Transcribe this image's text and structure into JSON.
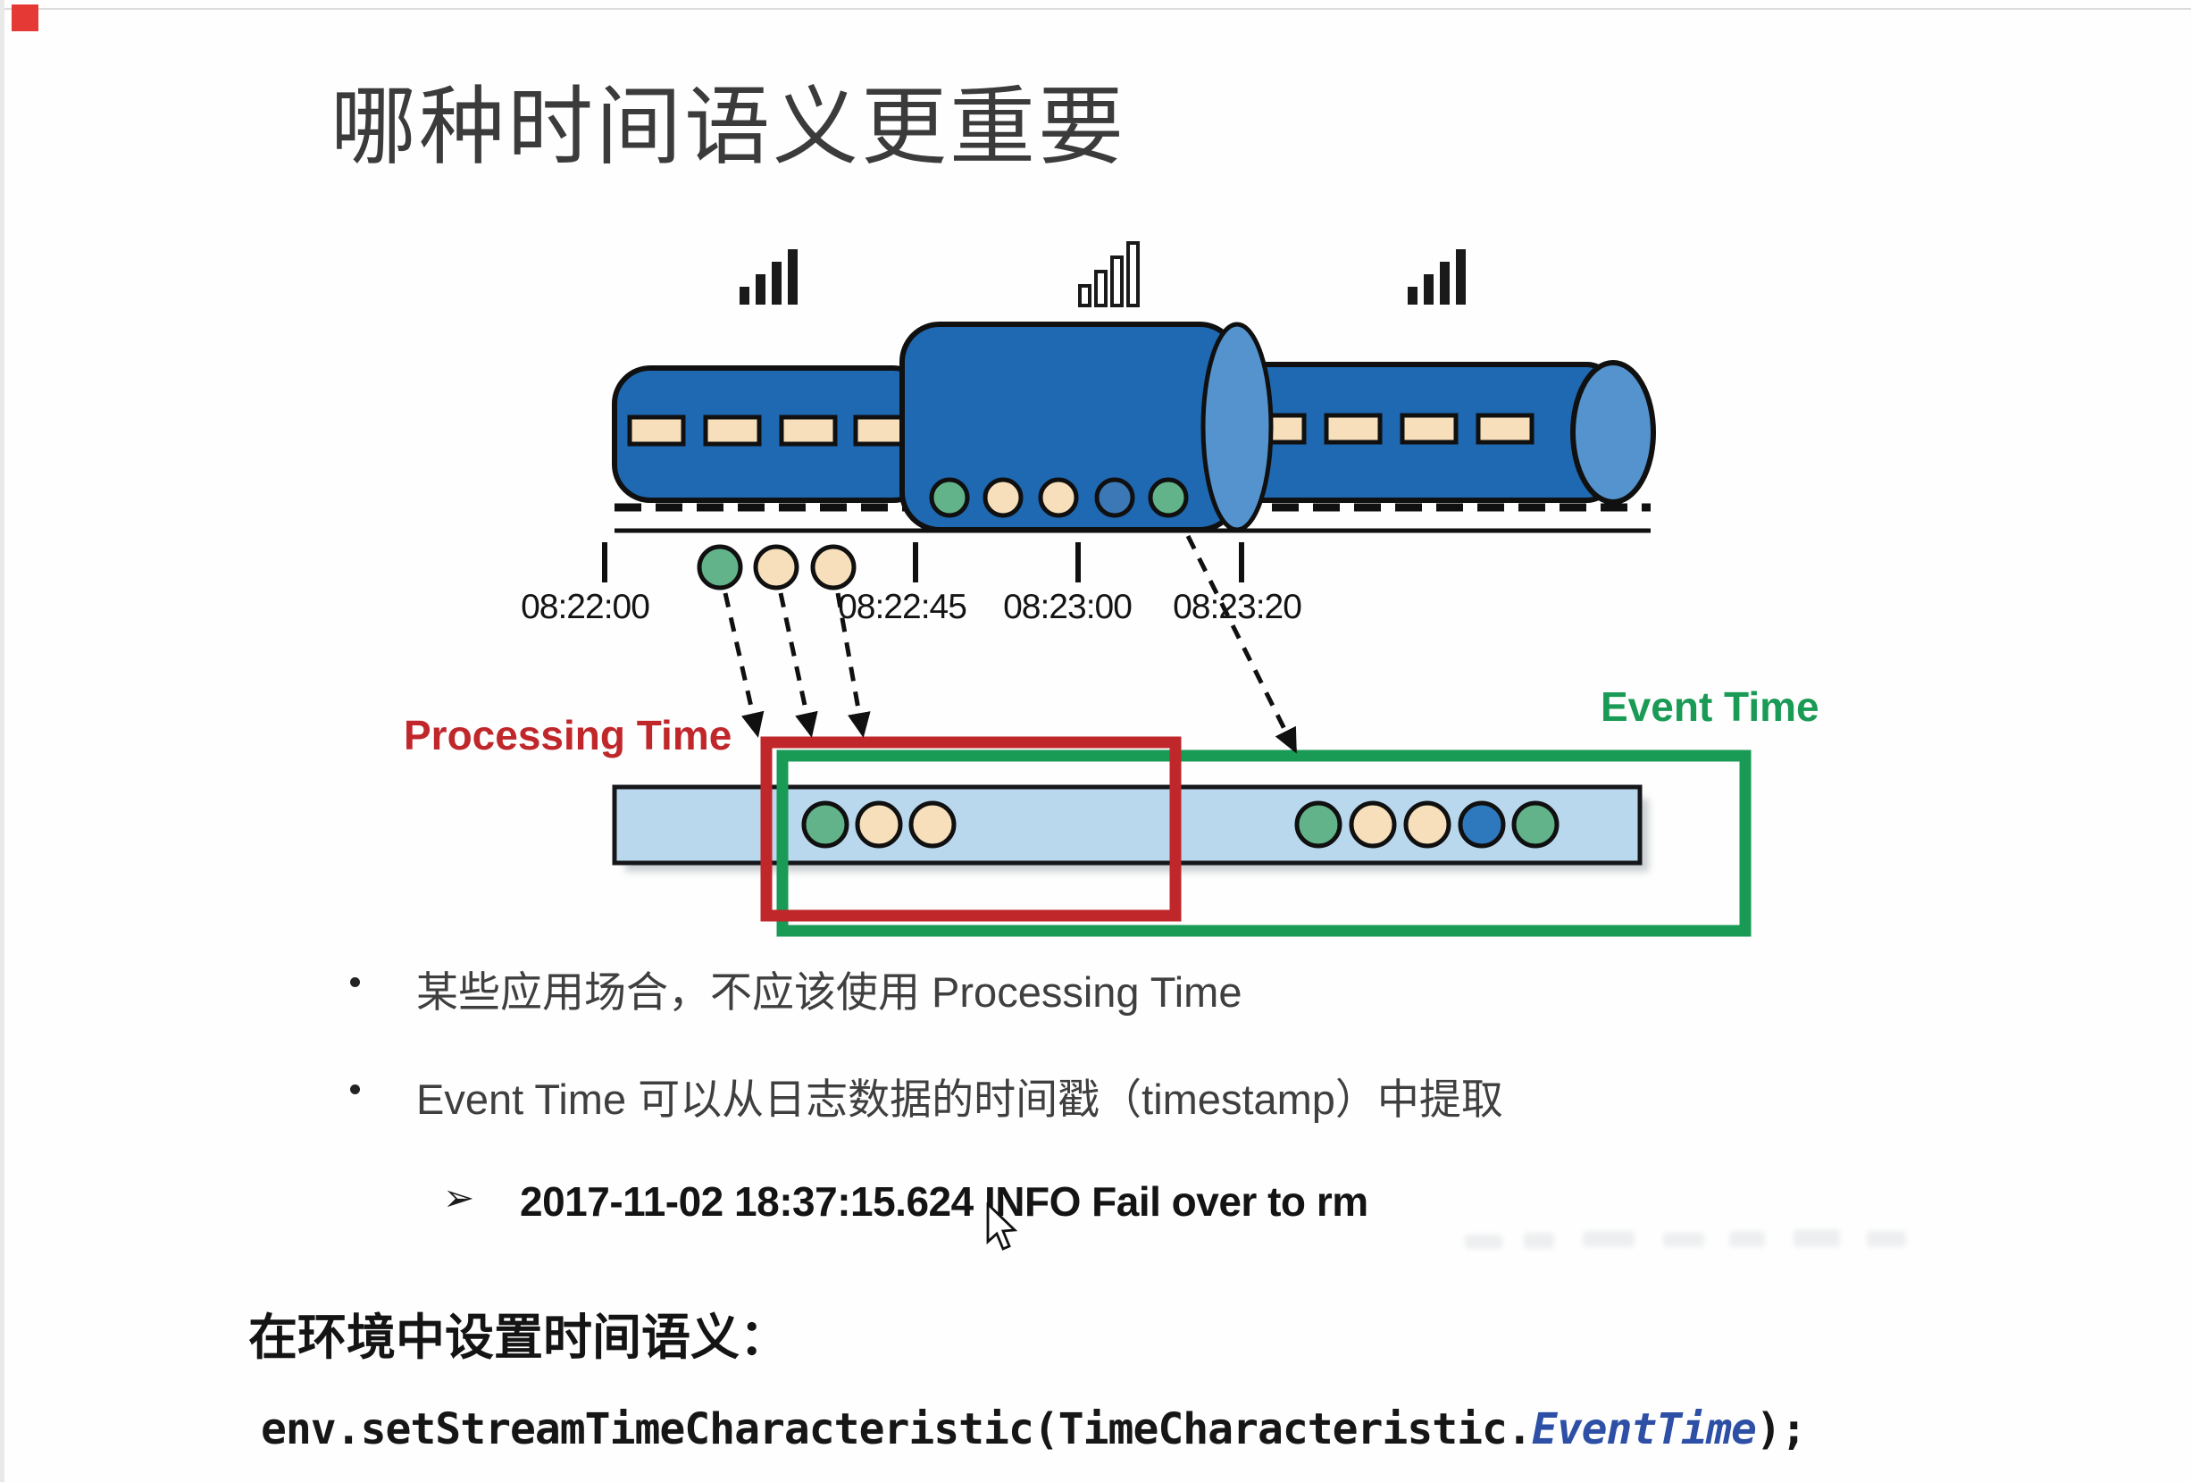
{
  "window": {
    "corner_marker_color": "#e53935"
  },
  "slide": {
    "title": "哪种时间语义更重要",
    "diagram": {
      "timeline_labels": [
        "08:22:00",
        "08:22:45",
        "08:23:00",
        "08:23:20"
      ],
      "processing_time_label": "Processing Time",
      "event_time_label": "Event Time",
      "colors": {
        "pipe_blue": "#1f68b2",
        "pipe_blue_light": "#5493cd",
        "dash_tan": "#f6dfba",
        "bar_fill": "#b9d8ee",
        "dot_green": "#62b389",
        "dot_tan": "#f6dfba",
        "dot_blue": "#3b78b5",
        "bar_dot_blue": "#2e79bd",
        "processing_red": "#c0272b",
        "event_green": "#199a55",
        "outline_black": "#101010"
      }
    },
    "bullets": [
      "某些应用场合，不应该使用 Processing Time",
      "Event Time 可以从日志数据的时间戳（timestamp）中提取"
    ],
    "sub_bullet": {
      "marker": "➢",
      "text": "2017-11-02 18:37:15.624 INFO Fail over to rm"
    },
    "setting_label": "在环境中设置时间语义：",
    "code": {
      "prefix": "env.setStreamTimeCharacteristic(TimeCharacteristic.",
      "highlight": "EventTime",
      "suffix": ");",
      "highlight_color": "#2d4fa5"
    }
  }
}
